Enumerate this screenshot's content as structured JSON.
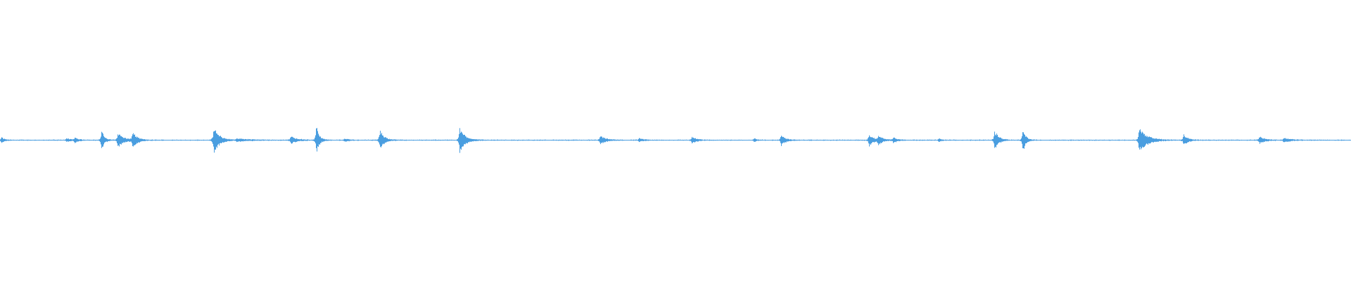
{
  "waveform": {
    "color": "#4a9ee0",
    "background": "#ffffff",
    "baseline_amplitude": 0.004,
    "bursts": [
      {
        "t": 0.001,
        "amp": 0.02,
        "decay": 0.002
      },
      {
        "t": 0.049,
        "amp": 0.012,
        "decay": 0.003
      },
      {
        "t": 0.055,
        "amp": 0.016,
        "decay": 0.003
      },
      {
        "t": 0.075,
        "amp": 0.07,
        "decay": 0.002
      },
      {
        "t": 0.087,
        "amp": 0.055,
        "decay": 0.004
      },
      {
        "t": 0.098,
        "amp": 0.06,
        "decay": 0.003
      },
      {
        "t": 0.158,
        "amp": 0.095,
        "decay": 0.004
      },
      {
        "t": 0.175,
        "amp": 0.01,
        "decay": 0.01
      },
      {
        "t": 0.215,
        "amp": 0.03,
        "decay": 0.004
      },
      {
        "t": 0.234,
        "amp": 0.105,
        "decay": 0.002
      },
      {
        "t": 0.255,
        "amp": 0.012,
        "decay": 0.003
      },
      {
        "t": 0.281,
        "amp": 0.075,
        "decay": 0.003
      },
      {
        "t": 0.34,
        "amp": 0.09,
        "decay": 0.004
      },
      {
        "t": 0.444,
        "amp": 0.03,
        "decay": 0.004
      },
      {
        "t": 0.473,
        "amp": 0.012,
        "decay": 0.003
      },
      {
        "t": 0.512,
        "amp": 0.025,
        "decay": 0.003
      },
      {
        "t": 0.558,
        "amp": 0.012,
        "decay": 0.002
      },
      {
        "t": 0.578,
        "amp": 0.04,
        "decay": 0.003
      },
      {
        "t": 0.643,
        "amp": 0.045,
        "decay": 0.003
      },
      {
        "t": 0.65,
        "amp": 0.035,
        "decay": 0.003
      },
      {
        "t": 0.661,
        "amp": 0.02,
        "decay": 0.003
      },
      {
        "t": 0.695,
        "amp": 0.012,
        "decay": 0.002
      },
      {
        "t": 0.736,
        "amp": 0.07,
        "decay": 0.003
      },
      {
        "t": 0.757,
        "amp": 0.09,
        "decay": 0.002
      },
      {
        "t": 0.843,
        "amp": 0.085,
        "decay": 0.006
      },
      {
        "t": 0.876,
        "amp": 0.04,
        "decay": 0.003
      },
      {
        "t": 0.932,
        "amp": 0.025,
        "decay": 0.004
      },
      {
        "t": 0.95,
        "amp": 0.015,
        "decay": 0.006
      }
    ]
  }
}
